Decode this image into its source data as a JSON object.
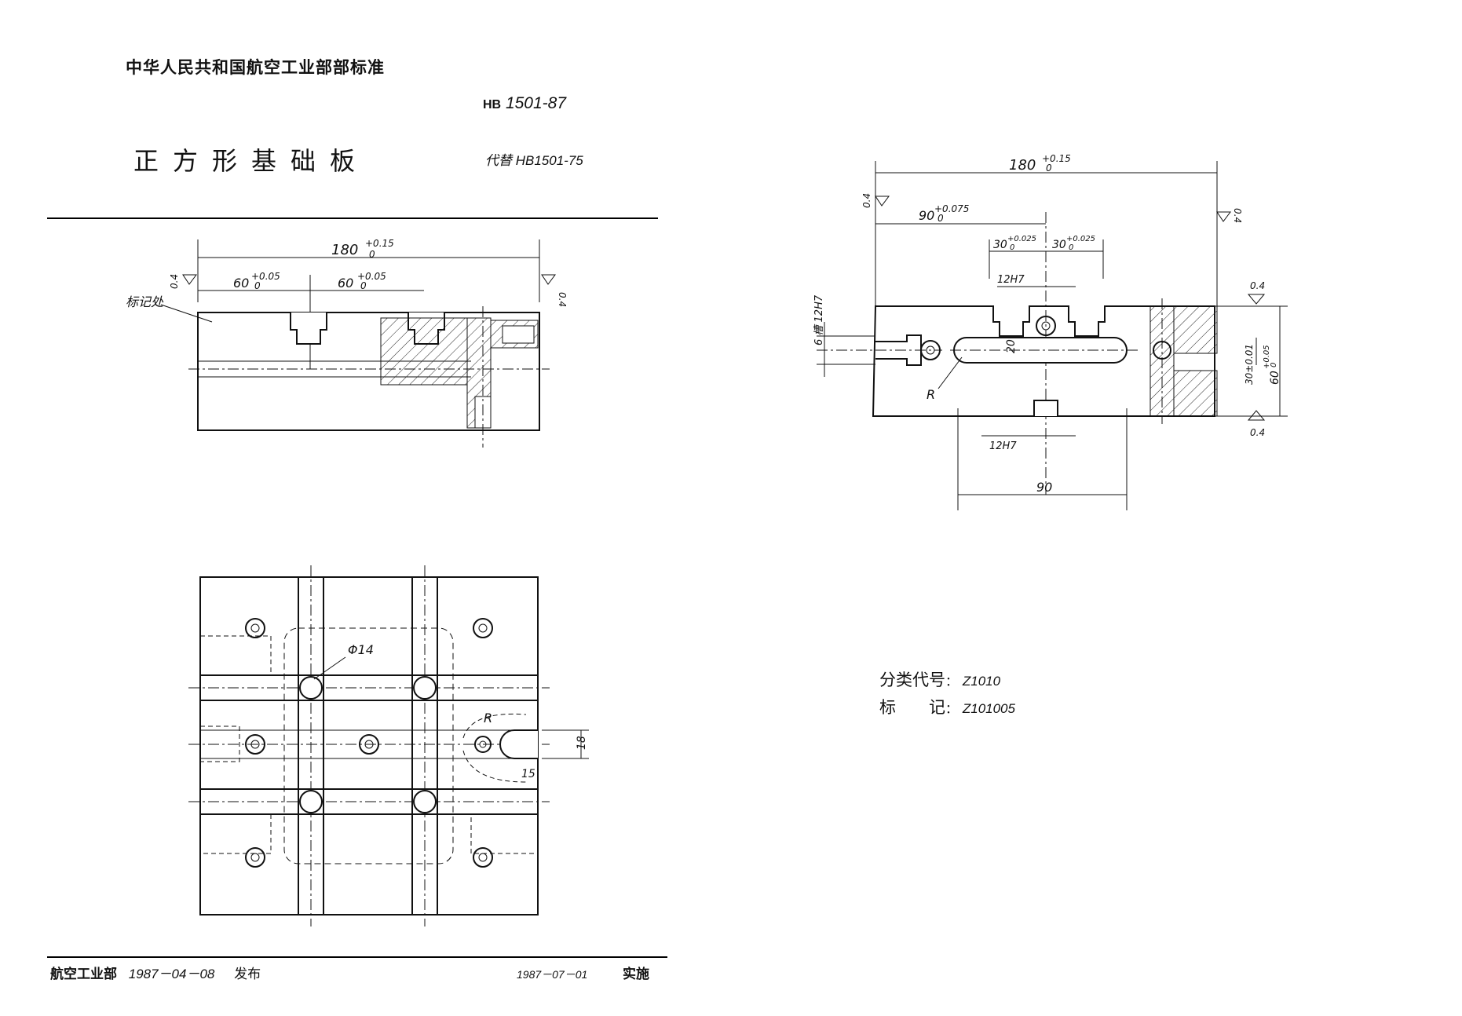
{
  "header": {
    "organization": "中华人民共和国航空工业部部标准",
    "standard_prefix": "HB",
    "standard_number": "1501-87",
    "title": "正方形基础板",
    "replaces": "代替 HB1501-75"
  },
  "drawing_left_top": {
    "overall_dim": "180",
    "overall_tol_upper": "+0.15",
    "overall_tol_lower": "0",
    "slot_pitch_dim": "60",
    "slot_tol_upper": "+0.05",
    "slot_tol_lower": "0",
    "roughness_left": "0.4",
    "roughness_right": "0.4",
    "mark_label": "标记处"
  },
  "drawing_left_bottom": {
    "hole_dia": "Φ14",
    "radius_label": "R",
    "dim_18": "18",
    "dim_15": "15"
  },
  "drawing_right": {
    "overall_dim": "180",
    "overall_tol_upper": "+0.15",
    "overall_tol_lower": "0",
    "half_dim": "90",
    "half_tol_upper": "+0.075",
    "half_tol_lower": "0",
    "slot_dim": "30",
    "slot_tol_upper": "+0.025",
    "slot_tol_lower": "0",
    "slot_fit": "12H7",
    "groove_note": "6 槽 12H7",
    "height_30": "30±0.01",
    "height_60": "60",
    "height_tol_upper": "+0.05",
    "height_tol_lower": "0",
    "slot_width": "20",
    "radius_label": "R",
    "bottom_fit": "12H7",
    "bottom_dim": "90",
    "roughness_values": [
      "0.4",
      "0.4",
      "0.4",
      "0.4"
    ]
  },
  "classification": {
    "code_label": "分类代号",
    "code_value": "Z1010",
    "mark_label": "标　　记",
    "mark_value": "Z101005"
  },
  "footer": {
    "issuer": "航空工业部",
    "issue_date": "1987－04－08",
    "issue_word": "发布",
    "effective_date": "1987－07－01",
    "effective_word": "实施"
  }
}
